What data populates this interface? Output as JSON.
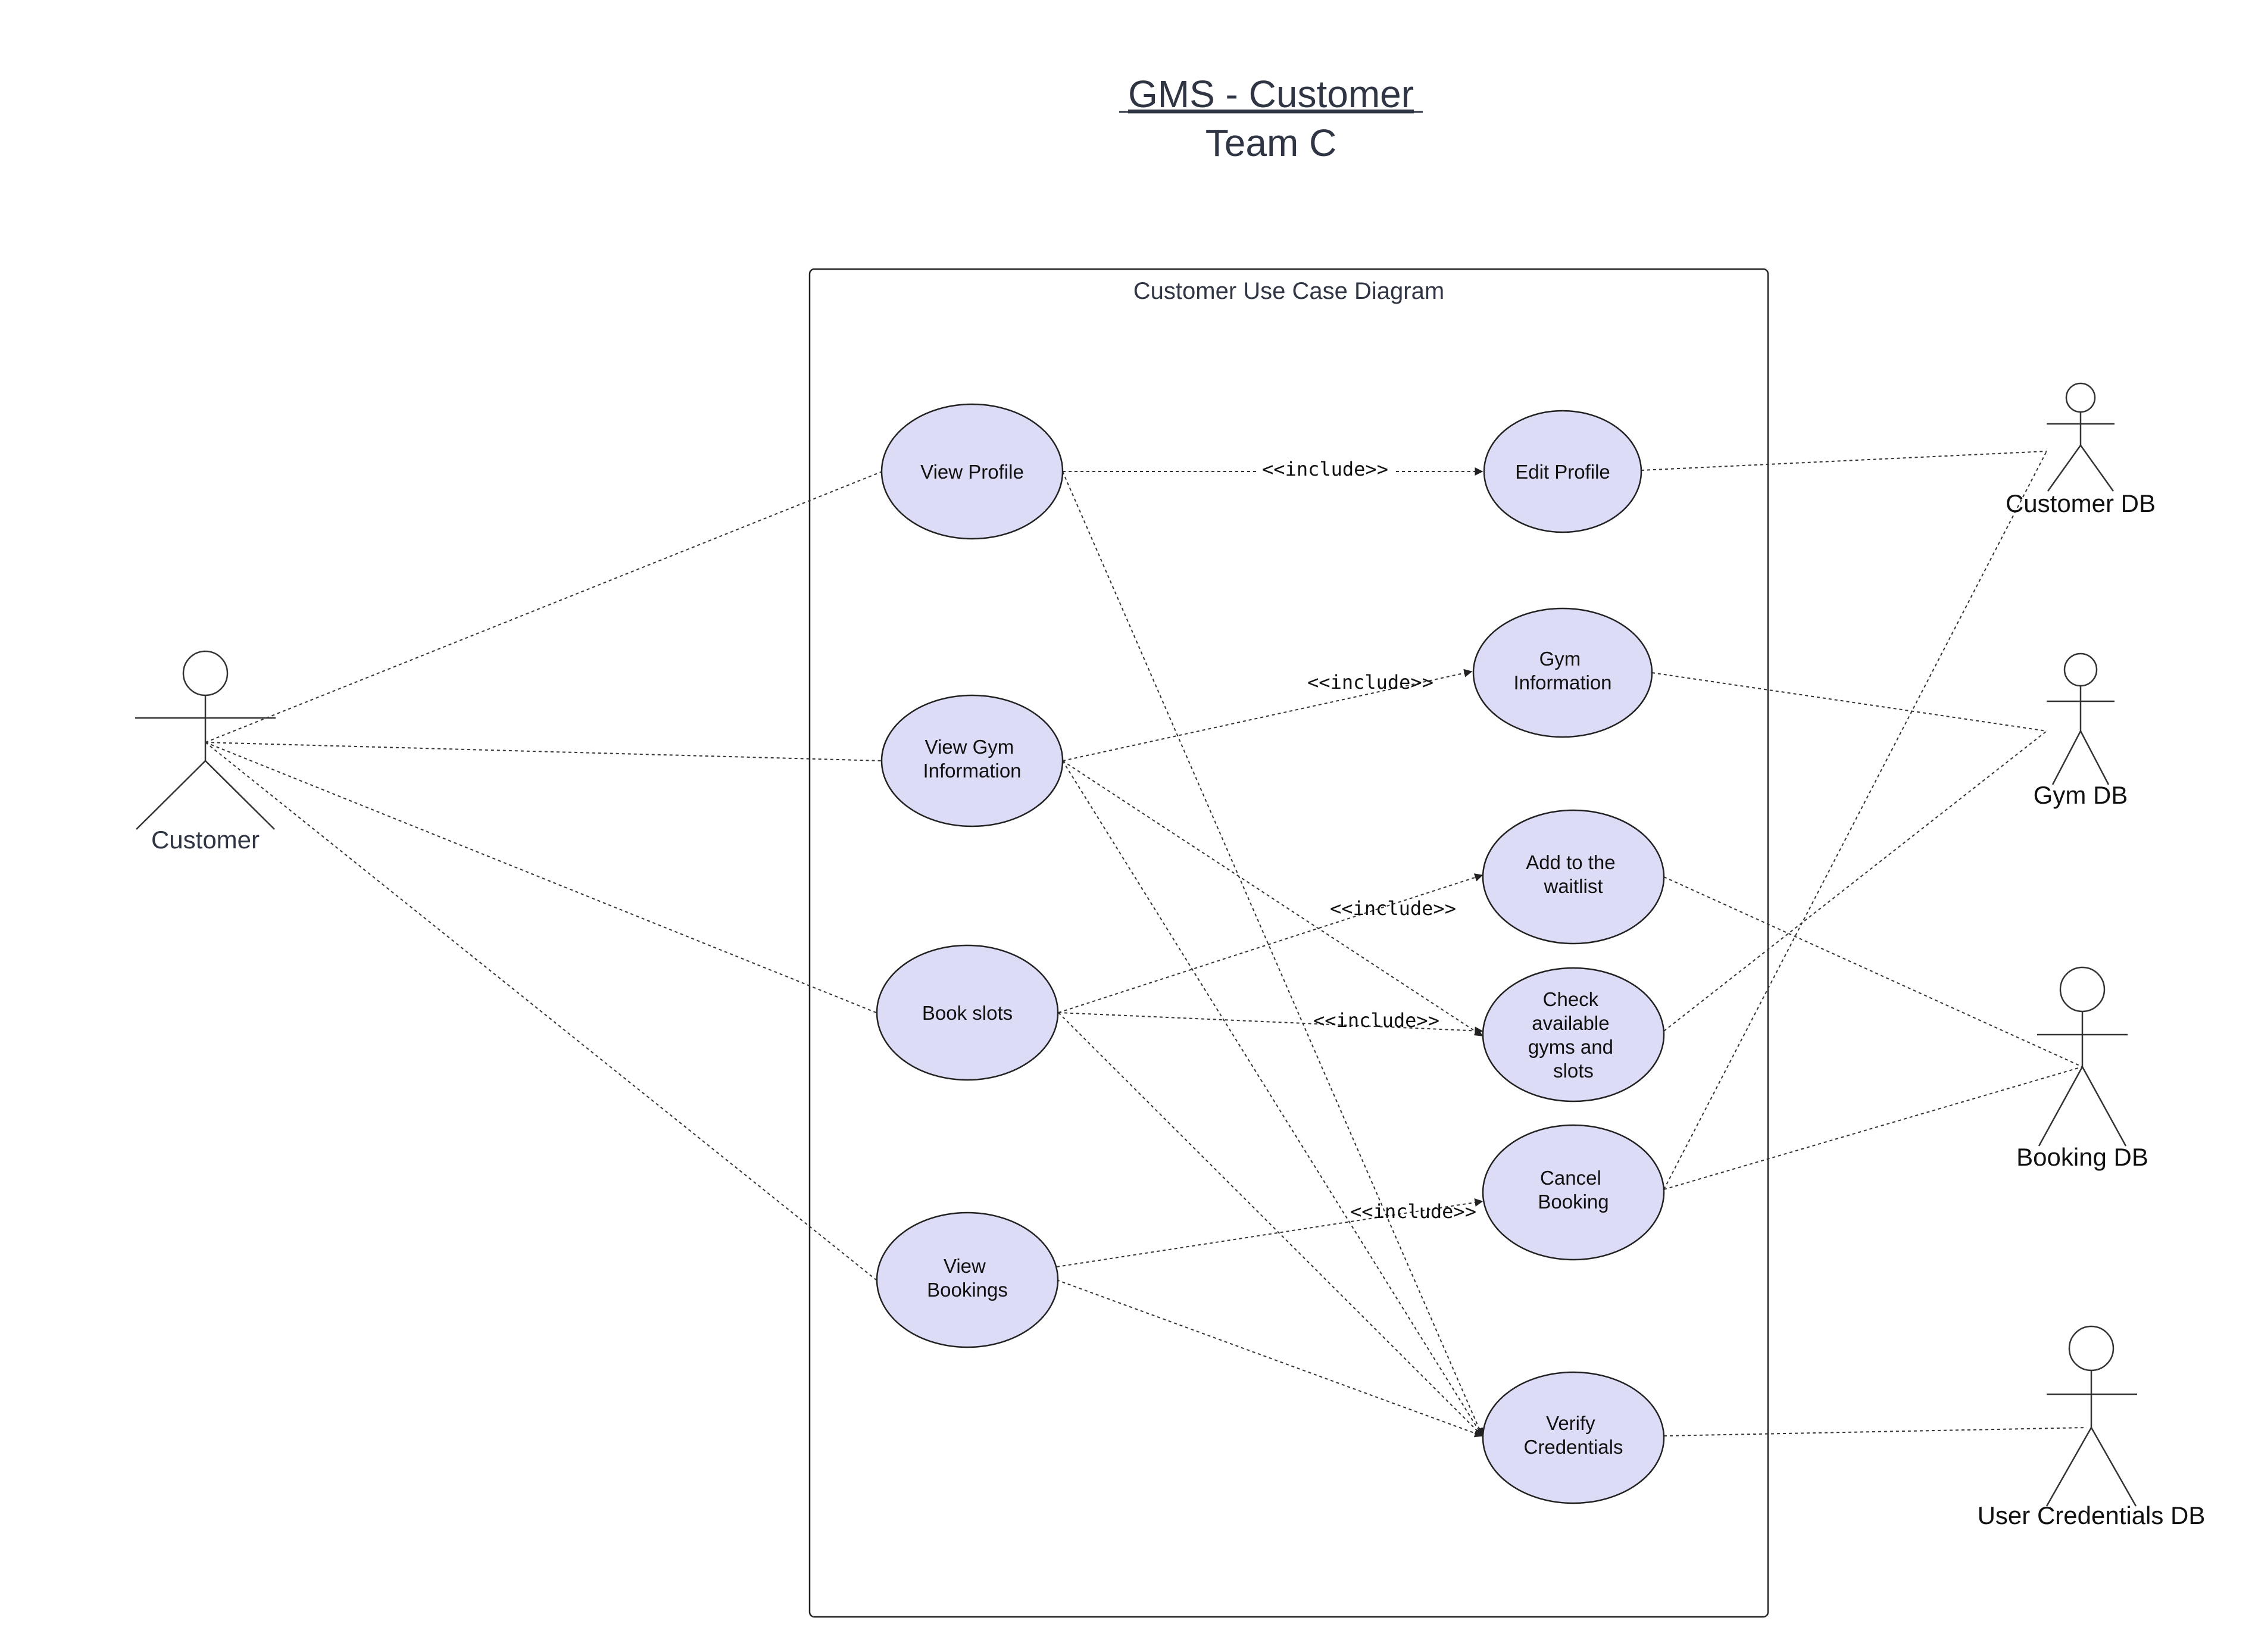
{
  "header": {
    "title": "GMS - Customer",
    "subtitle": "Team C"
  },
  "system_boundary": {
    "label": "Customer Use Case Diagram"
  },
  "actors": {
    "customer": "Customer",
    "customer_db": "Customer DB",
    "gym_db": "Gym DB",
    "booking_db": "Booking DB",
    "user_credentials_db": "User Credentials DB"
  },
  "use_cases": {
    "view_profile": [
      "View Profile"
    ],
    "view_gym_information": [
      "View Gym",
      "Information"
    ],
    "book_slots": [
      "Book slots"
    ],
    "view_bookings": [
      "View",
      "Bookings"
    ],
    "edit_profile": [
      "Edit Profile"
    ],
    "gym_information": [
      "Gym",
      "Information"
    ],
    "add_to_waitlist": [
      "Add to the",
      "waitlist"
    ],
    "check_available": [
      "Check",
      "available",
      "gyms and",
      "slots"
    ],
    "cancel_booking": [
      "Cancel",
      "Booking"
    ],
    "verify_credentials": [
      "Verify",
      "Credentials"
    ]
  },
  "relationships": {
    "include_label": "<<include>>"
  },
  "colors": {
    "usecase_fill": "#dcdcf7",
    "line": "#333333",
    "title": "#2f3542"
  }
}
